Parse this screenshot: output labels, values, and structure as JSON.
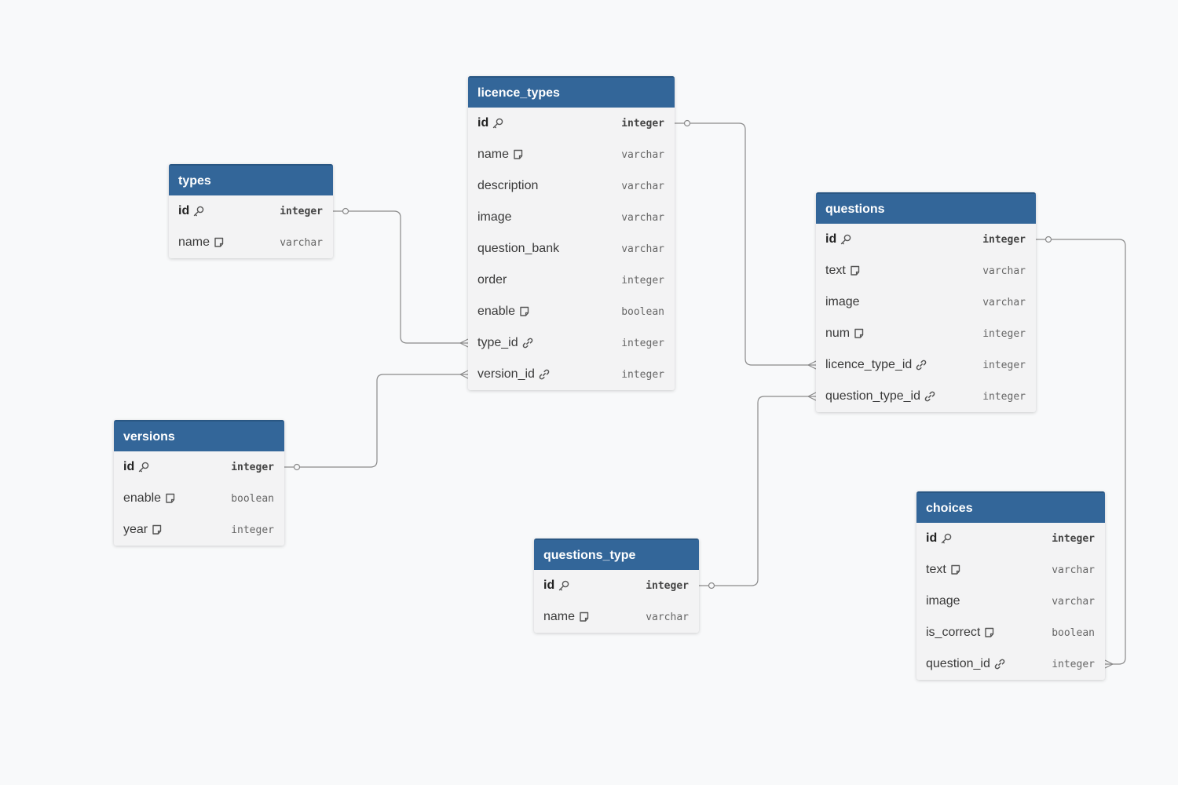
{
  "diagram": {
    "tables": [
      {
        "id": "types",
        "name": "types",
        "fields": [
          {
            "name": "id",
            "type": "integer",
            "pk": true,
            "icon": "key-icon"
          },
          {
            "name": "name",
            "type": "varchar",
            "pk": false,
            "icon": "note-icon"
          }
        ]
      },
      {
        "id": "licence_types",
        "name": "licence_types",
        "fields": [
          {
            "name": "id",
            "type": "integer",
            "pk": true,
            "icon": "key-icon"
          },
          {
            "name": "name",
            "type": "varchar",
            "pk": false,
            "icon": "note-icon"
          },
          {
            "name": "description",
            "type": "varchar",
            "pk": false,
            "icon": ""
          },
          {
            "name": "image",
            "type": "varchar",
            "pk": false,
            "icon": ""
          },
          {
            "name": "question_bank",
            "type": "varchar",
            "pk": false,
            "icon": ""
          },
          {
            "name": "order",
            "type": "integer",
            "pk": false,
            "icon": ""
          },
          {
            "name": "enable",
            "type": "boolean",
            "pk": false,
            "icon": "note-icon"
          },
          {
            "name": "type_id",
            "type": "integer",
            "pk": false,
            "icon": "link-icon"
          },
          {
            "name": "version_id",
            "type": "integer",
            "pk": false,
            "icon": "link-icon"
          }
        ]
      },
      {
        "id": "questions",
        "name": "questions",
        "fields": [
          {
            "name": "id",
            "type": "integer",
            "pk": true,
            "icon": "key-icon"
          },
          {
            "name": "text",
            "type": "varchar",
            "pk": false,
            "icon": "note-icon"
          },
          {
            "name": "image",
            "type": "varchar",
            "pk": false,
            "icon": ""
          },
          {
            "name": "num",
            "type": "integer",
            "pk": false,
            "icon": "note-icon"
          },
          {
            "name": "licence_type_id",
            "type": "integer",
            "pk": false,
            "icon": "link-icon"
          },
          {
            "name": "question_type_id",
            "type": "integer",
            "pk": false,
            "icon": "link-icon"
          }
        ]
      },
      {
        "id": "versions",
        "name": "versions",
        "fields": [
          {
            "name": "id",
            "type": "integer",
            "pk": true,
            "icon": "key-icon"
          },
          {
            "name": "enable",
            "type": "boolean",
            "pk": false,
            "icon": "note-icon"
          },
          {
            "name": "year",
            "type": "integer",
            "pk": false,
            "icon": "note-icon"
          }
        ]
      },
      {
        "id": "questions_type",
        "name": "questions_type",
        "fields": [
          {
            "name": "id",
            "type": "integer",
            "pk": true,
            "icon": "key-icon"
          },
          {
            "name": "name",
            "type": "varchar",
            "pk": false,
            "icon": "note-icon"
          }
        ]
      },
      {
        "id": "choices",
        "name": "choices",
        "fields": [
          {
            "name": "id",
            "type": "integer",
            "pk": true,
            "icon": "key-icon"
          },
          {
            "name": "text",
            "type": "varchar",
            "pk": false,
            "icon": "note-icon"
          },
          {
            "name": "image",
            "type": "varchar",
            "pk": false,
            "icon": ""
          },
          {
            "name": "is_correct",
            "type": "boolean",
            "pk": false,
            "icon": "note-icon"
          },
          {
            "name": "question_id",
            "type": "integer",
            "pk": false,
            "icon": "link-icon"
          }
        ]
      }
    ],
    "relations": [
      {
        "from": "types.id",
        "to": "licence_types.type_id"
      },
      {
        "from": "versions.id",
        "to": "licence_types.version_id"
      },
      {
        "from": "licence_types.id",
        "to": "questions.licence_type_id"
      },
      {
        "from": "questions_type.id",
        "to": "questions.question_type_id"
      },
      {
        "from": "questions.id",
        "to": "choices.question_id"
      }
    ],
    "colors": {
      "header": "#336699",
      "header_text": "#ffffff",
      "body": "#f3f3f4",
      "connector": "#8a8a8a",
      "background": "#f8f9fa"
    }
  }
}
